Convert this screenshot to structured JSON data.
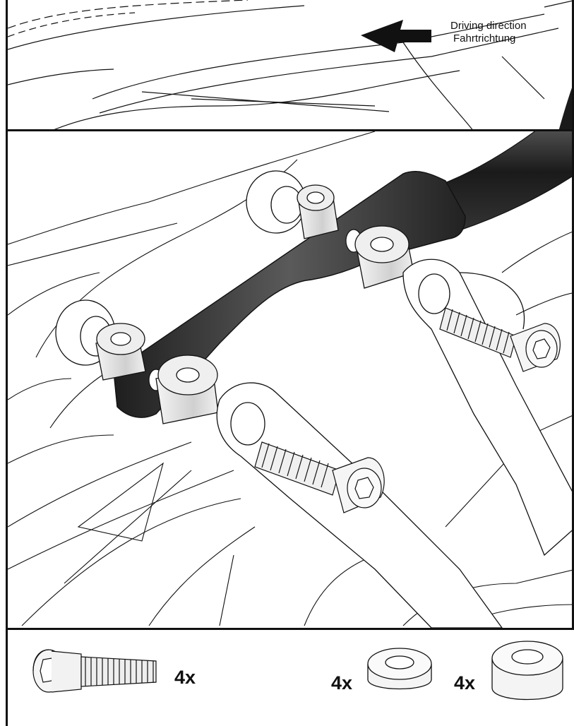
{
  "direction_label": {
    "en": "Driving direction",
    "de": "Fahrtrichtung"
  },
  "parts": [
    {
      "name": "socket-head-screw",
      "quantity": "4x"
    },
    {
      "name": "spacer-thin",
      "quantity": "4x"
    },
    {
      "name": "spacer-thick",
      "quantity": "4x"
    }
  ],
  "colors": {
    "line": "#111111",
    "bracket_dark": "#2a2a2a",
    "bracket_light": "#6a6a6a",
    "spacer_shade": "#d8d8d8"
  }
}
